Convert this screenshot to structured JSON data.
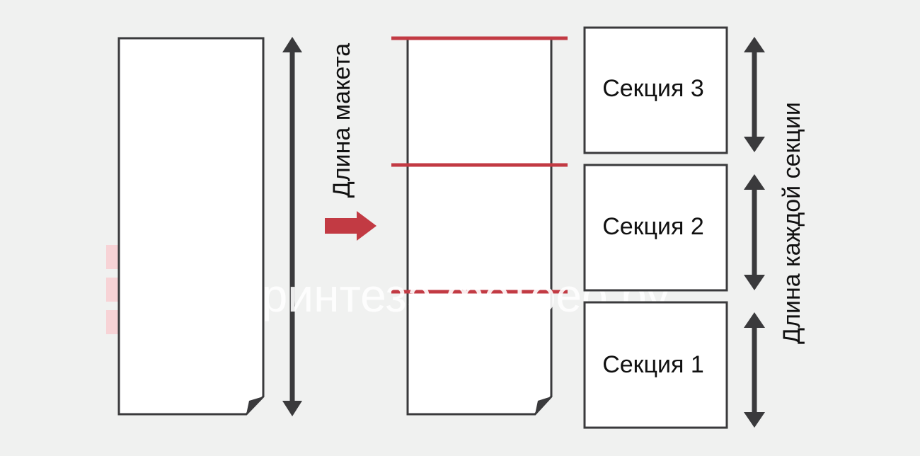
{
  "diagram": {
    "layout_length_label": "Длина макета",
    "section_length_label": "Длина каждой секции",
    "sections": [
      {
        "label": "Секция 3"
      },
      {
        "label": "Секция 2"
      },
      {
        "label": "Секция 1"
      }
    ],
    "watermark_text": "принтеза фотоео ру",
    "colors": {
      "background": "#f0f1f0",
      "outline": "#3a3a3c",
      "accent_red": "#c23a43",
      "arrow_dark": "#3a3a3c",
      "panel_fill": "#ffffff",
      "watermark_pink": "#f7d3d6"
    }
  }
}
